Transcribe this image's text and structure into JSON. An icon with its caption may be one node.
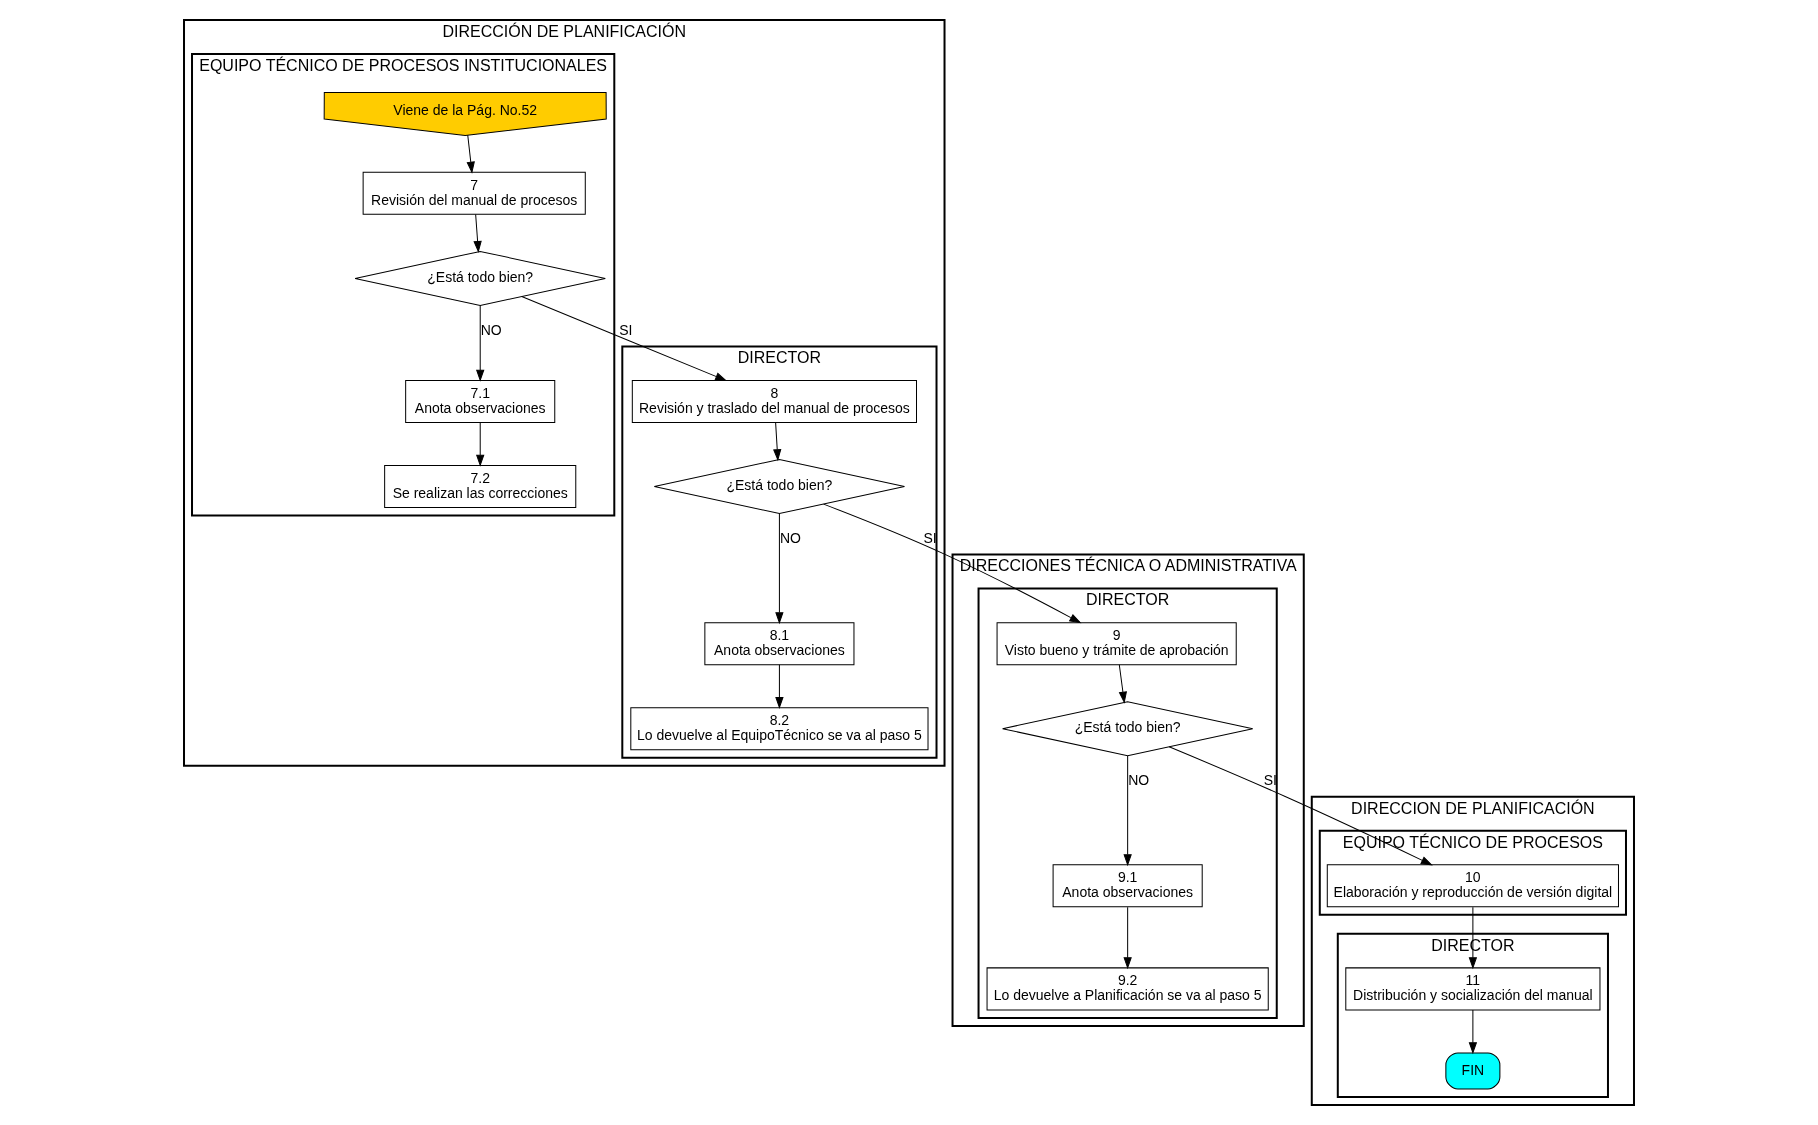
{
  "diagram": {
    "nodes": [
      {
        "text": [
          "DIRECCIÓN DE PLANIFICACIÓN"
        ]
      },
      {
        "text": [
          "EQUIPO TÉCNICO DE PROCESOS INSTITUCIONALES"
        ],
        "in": 0
      },
      {
        "text": [
          "DIRECTOR"
        ],
        "in": 0
      },
      {
        "text": [
          "DIRECCIONES TÉCNICA O ADMINISTRATIVA"
        ]
      },
      {
        "text": [
          "DIRECTOR"
        ],
        "in": 3
      },
      {
        "text": [
          "DIRECCION DE PLANIFICACIÓN"
        ]
      },
      {
        "text": [
          "EQUIPO TÉCNICO DE PROCESOS"
        ],
        "in": 5
      },
      {
        "text": [
          "DIRECTOR"
        ],
        "in": 5
      },
      {
        "text": [
          "Viene de la Pág. No.52"
        ],
        "in": 1
      },
      {
        "text": [
          "7",
          "Revisión del manual de procesos"
        ],
        "in": 1
      },
      {
        "text": [
          "¿Está todo bien?"
        ],
        "in": 1
      },
      {
        "text": [
          "7.1",
          "Anota observaciones"
        ],
        "in": 1
      },
      {
        "text": [
          "7.2",
          "Se realizan las correcciones"
        ],
        "in": 1
      },
      {
        "text": [
          "8",
          "Revisión y traslado del manual de procesos"
        ],
        "in": 2
      },
      {
        "text": [
          "¿Está todo bien?"
        ],
        "in": 2
      },
      {
        "text": [
          "8.1",
          "Anota observaciones"
        ],
        "in": 2
      },
      {
        "text": [
          "8.2",
          "Lo devuelve al EquipoTécnico se va al paso 5"
        ],
        "in": 2
      },
      {
        "text": [
          "9",
          "Visto bueno y trámite de aprobación"
        ],
        "in": 4
      },
      {
        "text": [
          "¿Está todo bien?"
        ],
        "in": 4
      },
      {
        "text": [
          "9.1",
          "Anota observaciones"
        ],
        "in": 4
      },
      {
        "text": [
          "9.2",
          "Lo devuelve a Planificación se va al paso 5"
        ],
        "in": 4
      },
      {
        "text": [
          "10",
          "Elaboración y reproducción de versión digital"
        ],
        "in": 6
      },
      {
        "text": [
          "11",
          "Distribución y socialización del manual"
        ],
        "in": 7
      },
      {
        "text": [
          "FIN"
        ],
        "in": 7
      }
    ],
    "edges": [
      {
        "from": 8,
        "to": 9,
        "arrow": "to"
      },
      {
        "from": 9,
        "to": 10,
        "arrow": "to"
      },
      {
        "from": 10,
        "to": 13,
        "arrow": "to",
        "label": "SI"
      },
      {
        "from": 10,
        "to": 11,
        "arrow": "to",
        "label": "NO"
      },
      {
        "from": 11,
        "to": 12,
        "arrow": "to"
      },
      {
        "from": 13,
        "to": 14,
        "arrow": "to"
      },
      {
        "from": 14,
        "to": 17,
        "arrow": "to",
        "label": "SI"
      },
      {
        "from": 14,
        "to": 15,
        "arrow": "to",
        "label": "NO"
      },
      {
        "from": 15,
        "to": 16,
        "arrow": "to"
      },
      {
        "from": 17,
        "to": 18,
        "arrow": "to"
      },
      {
        "from": 18,
        "to": 21,
        "arrow": "to",
        "label": "SI"
      },
      {
        "from": 18,
        "to": 19,
        "arrow": "to",
        "label": "NO"
      },
      {
        "from": 19,
        "to": 20,
        "arrow": "to"
      },
      {
        "from": 21,
        "to": 22,
        "arrow": "to"
      },
      {
        "from": 22,
        "to": 23,
        "arrow": "to"
      }
    ]
  }
}
